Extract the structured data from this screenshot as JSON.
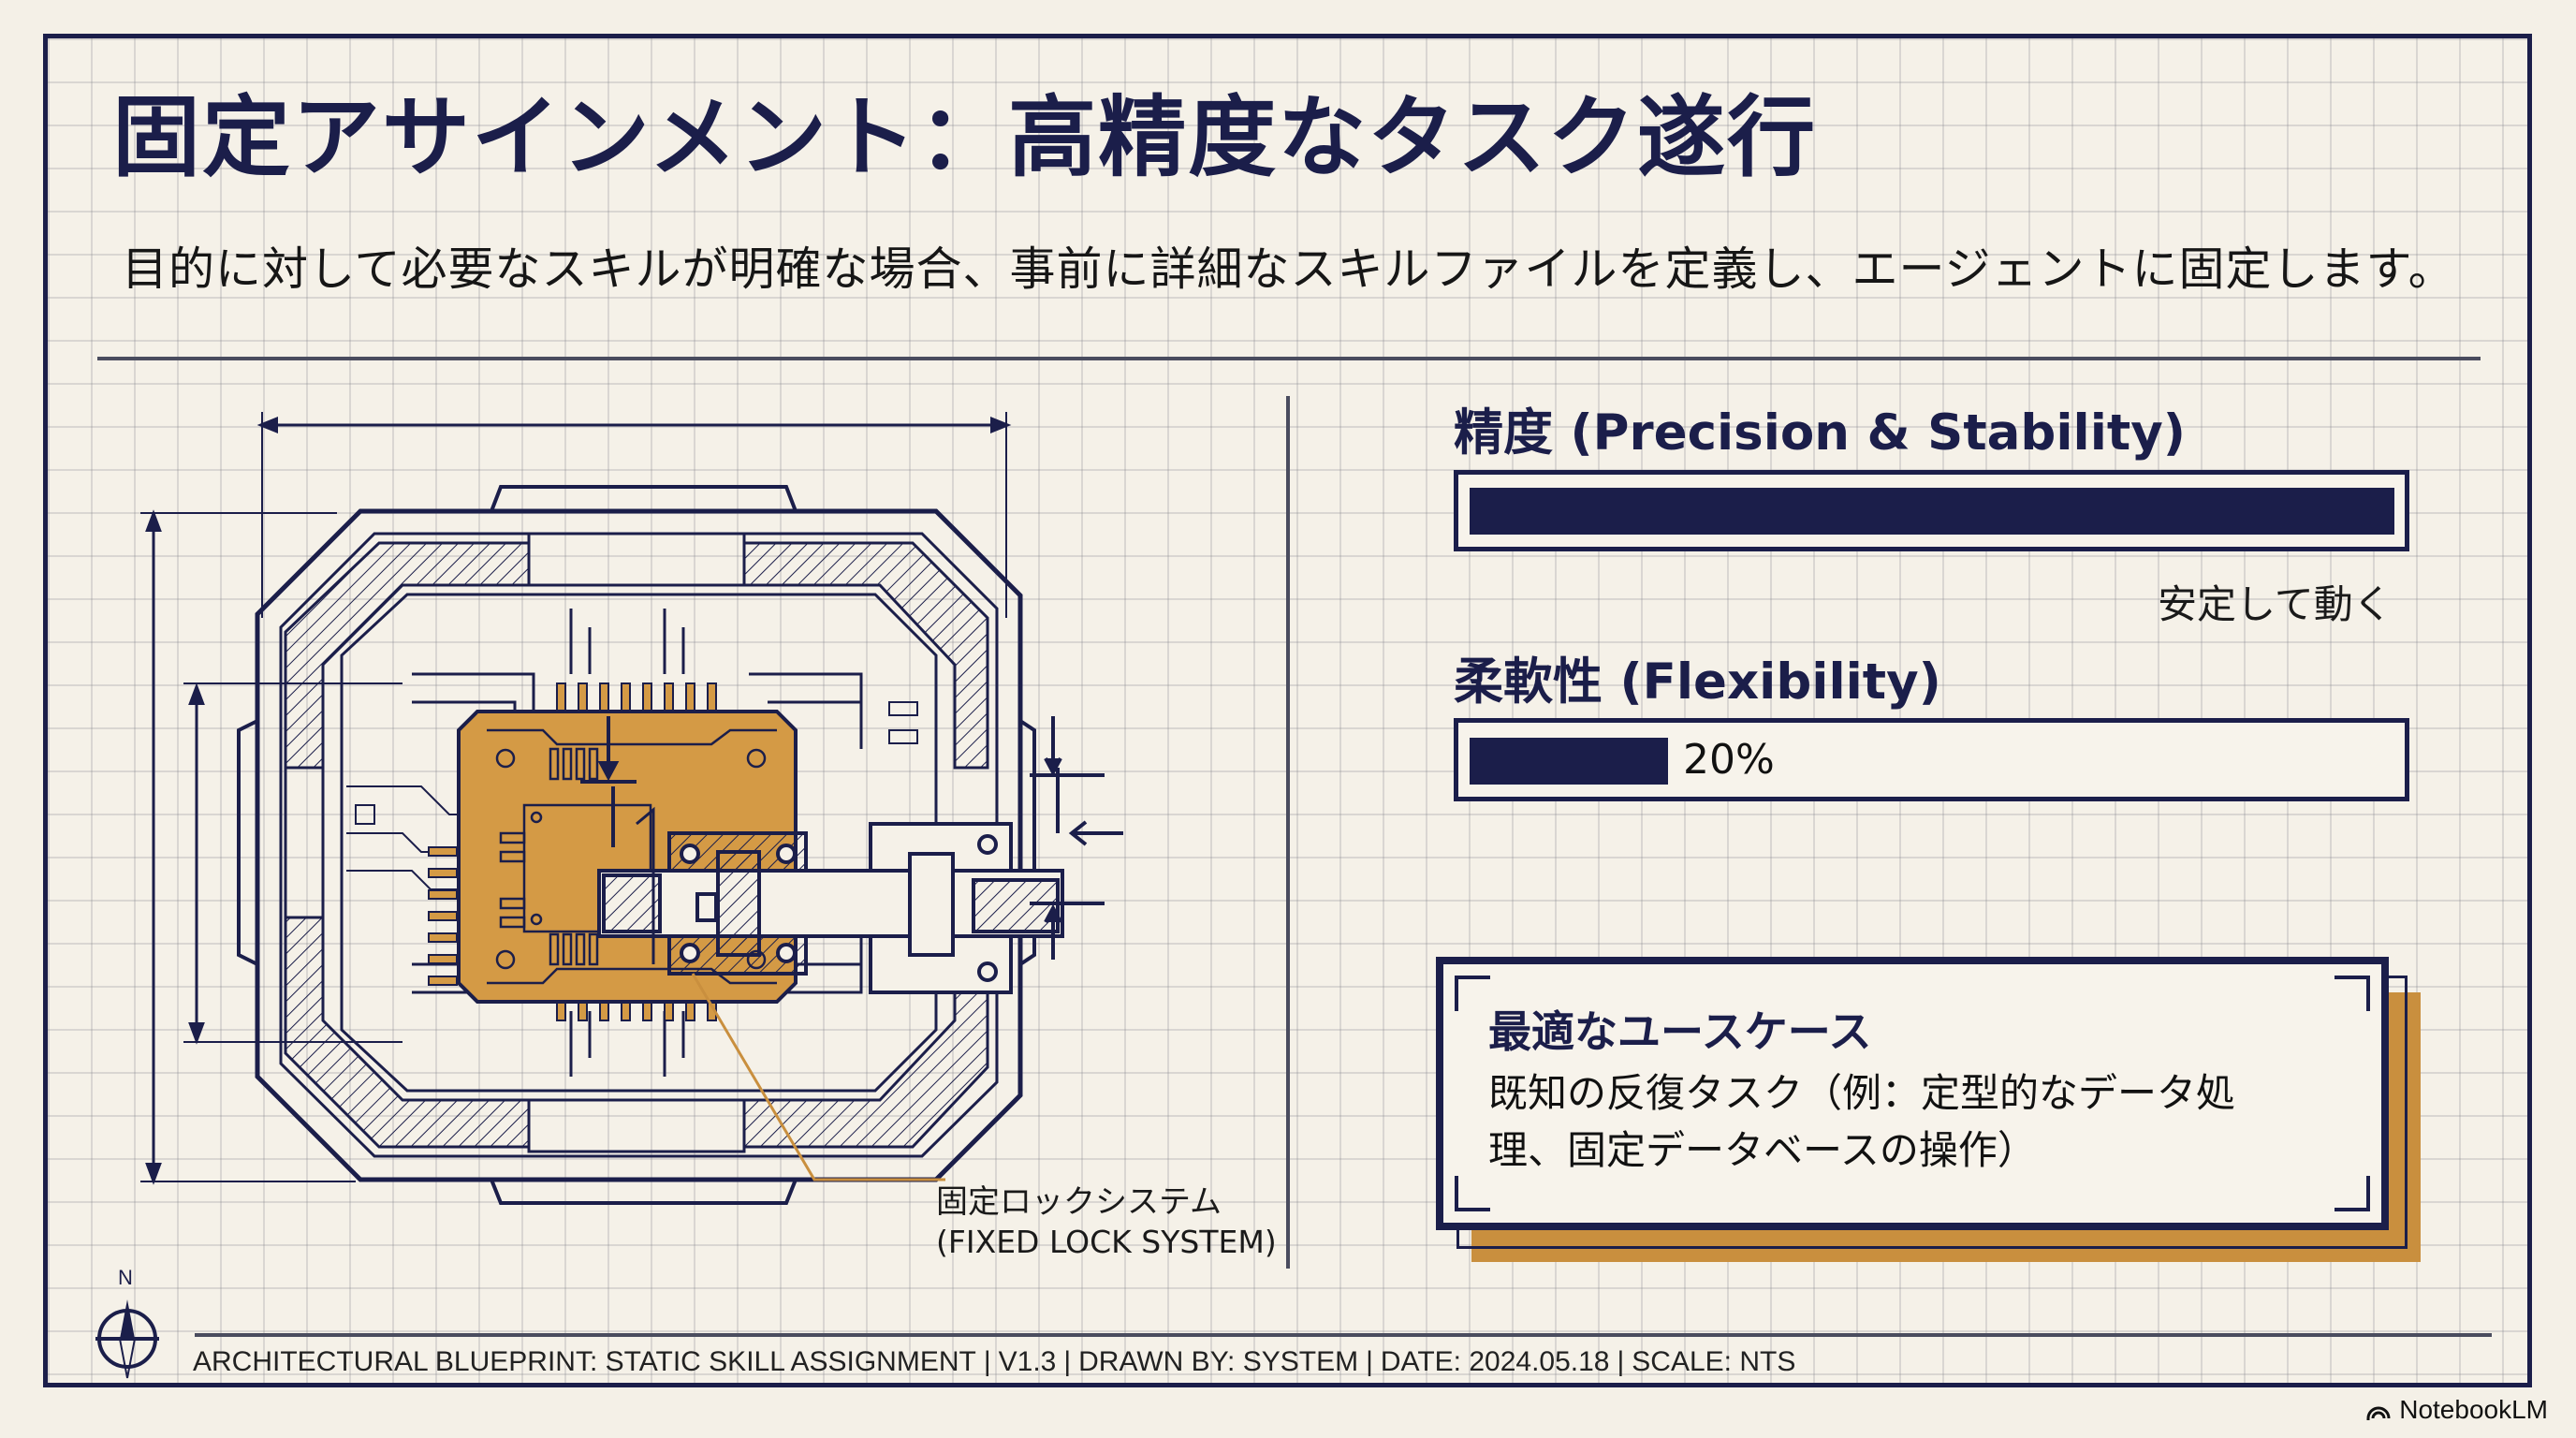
{
  "header": {
    "title": "固定アサインメント：高精度なタスク遂行",
    "subtitle": "目的に対して必要なスキルが明確な場合、事前に詳細なスキルファイルを定義し、エージェントに固定します。"
  },
  "diagram": {
    "callout_jp": "固定ロックシステム",
    "callout_en": "(FIXED LOCK SYSTEM)",
    "icon": "chip-lock-blueprint-icon"
  },
  "metrics": [
    {
      "label": "精度 (Precision & Stability)",
      "value_pct": 98,
      "note": "安定して動く",
      "value_label": ""
    },
    {
      "label": "柔軟性 (Flexibility)",
      "value_pct": 20,
      "note": "",
      "value_label": "20%"
    }
  ],
  "usecase": {
    "title": "最適なユースケース",
    "body": "既知の反復タスク（例：定型的なデータ処理、固定データベースの操作）"
  },
  "footer": {
    "compass_label": "N",
    "items": [
      "ARCHITECTURAL BLUEPRINT: STATIC SKILL ASSIGNMENT",
      "V1.3",
      "DRAWN BY: SYSTEM",
      "DATE: 2024.05.18",
      "SCALE: NTS"
    ]
  },
  "brand": {
    "name": "NotebookLM"
  },
  "colors": {
    "navy": "#1B1E4A",
    "gold": "#D49A45",
    "paper": "#F5F1E8",
    "shadow": "#C98F3E"
  }
}
